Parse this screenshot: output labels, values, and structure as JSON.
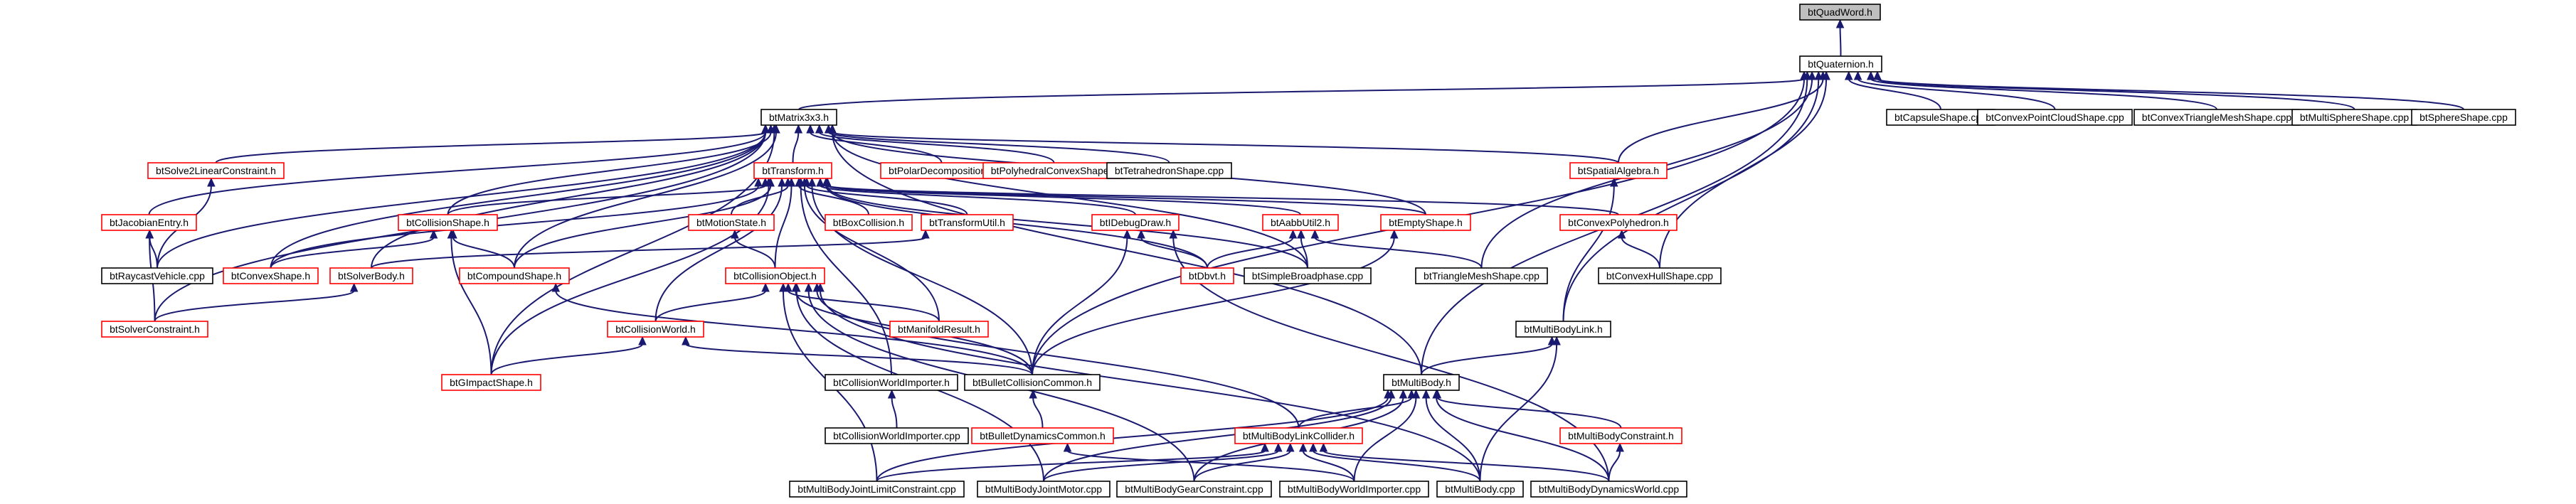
{
  "diagram": {
    "nodes": [
      {
        "id": "quadword",
        "label": "btQuadWord.h",
        "style": "gray"
      },
      {
        "id": "quaternion",
        "label": "btQuaternion.h",
        "style": "black"
      },
      {
        "id": "matrix3x3",
        "label": "btMatrix3x3.h",
        "style": "black"
      },
      {
        "id": "capsuleshape",
        "label": "btCapsuleShape.cpp",
        "style": "black"
      },
      {
        "id": "convexpointcloud",
        "label": "btConvexPointCloudShape.cpp",
        "style": "black"
      },
      {
        "id": "convextrimesh",
        "label": "btConvexTriangleMeshShape.cpp",
        "style": "black"
      },
      {
        "id": "multisphere",
        "label": "btMultiSphereShape.cpp",
        "style": "black"
      },
      {
        "id": "sphereshape",
        "label": "btSphereShape.cpp",
        "style": "black"
      },
      {
        "id": "solve2linear",
        "label": "btSolve2LinearConstraint.h",
        "style": "red"
      },
      {
        "id": "transform",
        "label": "btTransform.h",
        "style": "red"
      },
      {
        "id": "polardecomp",
        "label": "btPolarDecomposition.h",
        "style": "red"
      },
      {
        "id": "polyhedralconvex",
        "label": "btPolyhedralConvexShape.h",
        "style": "red"
      },
      {
        "id": "tetrahedron",
        "label": "btTetrahedronShape.cpp",
        "style": "black"
      },
      {
        "id": "spatialalgebra",
        "label": "btSpatialAlgebra.h",
        "style": "red"
      },
      {
        "id": "jacobianentry",
        "label": "btJacobianEntry.h",
        "style": "red"
      },
      {
        "id": "collisionshape",
        "label": "btCollisionShape.h",
        "style": "red"
      },
      {
        "id": "motionstate",
        "label": "btMotionState.h",
        "style": "red"
      },
      {
        "id": "boxcollision",
        "label": "btBoxCollision.h",
        "style": "red"
      },
      {
        "id": "transformutil",
        "label": "btTransformUtil.h",
        "style": "red"
      },
      {
        "id": "idebugdraw",
        "label": "btIDebugDraw.h",
        "style": "red"
      },
      {
        "id": "aabbutil2",
        "label": "btAabbUtil2.h",
        "style": "red"
      },
      {
        "id": "emptyshape",
        "label": "btEmptyShape.h",
        "style": "red"
      },
      {
        "id": "convexpolyhedron",
        "label": "btConvexPolyhedron.h",
        "style": "red"
      },
      {
        "id": "raycastvehicle",
        "label": "btRaycastVehicle.cpp",
        "style": "black"
      },
      {
        "id": "convexshape",
        "label": "btConvexShape.h",
        "style": "red"
      },
      {
        "id": "solverbody",
        "label": "btSolverBody.h",
        "style": "red"
      },
      {
        "id": "compoundshape",
        "label": "btCompoundShape.h",
        "style": "red"
      },
      {
        "id": "collisionobject",
        "label": "btCollisionObject.h",
        "style": "red"
      },
      {
        "id": "dbvt",
        "label": "btDbvt.h",
        "style": "red"
      },
      {
        "id": "simplebroadphase",
        "label": "btSimpleBroadphase.cpp",
        "style": "black"
      },
      {
        "id": "trimeshshape",
        "label": "btTriangleMeshShape.cpp",
        "style": "black"
      },
      {
        "id": "convexhullshape",
        "label": "btConvexHullShape.cpp",
        "style": "black"
      },
      {
        "id": "solverconstraint",
        "label": "btSolverConstraint.h",
        "style": "red"
      },
      {
        "id": "collisionworld",
        "label": "btCollisionWorld.h",
        "style": "red"
      },
      {
        "id": "manifoldresult",
        "label": "btManifoldResult.h",
        "style": "red"
      },
      {
        "id": "multibodylink",
        "label": "btMultiBodyLink.h",
        "style": "black"
      },
      {
        "id": "gimpactshape",
        "label": "btGImpactShape.h",
        "style": "red"
      },
      {
        "id": "collisionworldimporter_h",
        "label": "btCollisionWorldImporter.h",
        "style": "black"
      },
      {
        "id": "bulletcollisioncommon",
        "label": "btBulletCollisionCommon.h",
        "style": "black"
      },
      {
        "id": "multibody",
        "label": "btMultiBody.h",
        "style": "black"
      },
      {
        "id": "collisionworldimporter_cpp",
        "label": "btCollisionWorldImporter.cpp",
        "style": "black"
      },
      {
        "id": "bulletdynamicscommon",
        "label": "btBulletDynamicsCommon.h",
        "style": "red"
      },
      {
        "id": "multibodylinkcollider",
        "label": "btMultiBodyLinkCollider.h",
        "style": "red"
      },
      {
        "id": "multibodyconstraint",
        "label": "btMultiBodyConstraint.h",
        "style": "red"
      },
      {
        "id": "jointlimit",
        "label": "btMultiBodyJointLimitConstraint.cpp",
        "style": "black"
      },
      {
        "id": "jointmotor",
        "label": "btMultiBodyJointMotor.cpp",
        "style": "black"
      },
      {
        "id": "gearconstraint",
        "label": "btMultiBodyGearConstraint.cpp",
        "style": "black"
      },
      {
        "id": "worldimporter",
        "label": "btMultiBodyWorldImporter.cpp",
        "style": "black"
      },
      {
        "id": "multibody_cpp",
        "label": "btMultiBody.cpp",
        "style": "black"
      },
      {
        "id": "dynamicsworld",
        "label": "btMultiBodyDynamicsWorld.cpp",
        "style": "black"
      }
    ],
    "edges": [
      [
        "quaternion",
        "quadword"
      ],
      [
        "matrix3x3",
        "quaternion"
      ],
      [
        "capsuleshape",
        "quaternion"
      ],
      [
        "convexpointcloud",
        "quaternion"
      ],
      [
        "convextrimesh",
        "quaternion"
      ],
      [
        "multisphere",
        "quaternion"
      ],
      [
        "sphereshape",
        "quaternion"
      ],
      [
        "spatialalgebra",
        "quaternion"
      ],
      [
        "convexhullshape",
        "quaternion"
      ],
      [
        "multibodylink",
        "quaternion"
      ],
      [
        "multibody",
        "quaternion"
      ],
      [
        "trimeshshape",
        "quaternion"
      ],
      [
        "bulletcollisioncommon",
        "quaternion"
      ],
      [
        "transform",
        "matrix3x3"
      ],
      [
        "solve2linear",
        "matrix3x3"
      ],
      [
        "polardecomp",
        "matrix3x3"
      ],
      [
        "polyhedralconvex",
        "matrix3x3"
      ],
      [
        "tetrahedron",
        "matrix3x3"
      ],
      [
        "spatialalgebra",
        "matrix3x3"
      ],
      [
        "jacobianentry",
        "matrix3x3"
      ],
      [
        "collisionshape",
        "matrix3x3"
      ],
      [
        "emptyshape",
        "matrix3x3"
      ],
      [
        "raycastvehicle",
        "matrix3x3"
      ],
      [
        "convexshape",
        "matrix3x3"
      ],
      [
        "solverbody",
        "matrix3x3"
      ],
      [
        "compoundshape",
        "matrix3x3"
      ],
      [
        "simplebroadphase",
        "matrix3x3"
      ],
      [
        "solverconstraint",
        "matrix3x3"
      ],
      [
        "gimpactshape",
        "matrix3x3"
      ],
      [
        "multibody",
        "matrix3x3"
      ],
      [
        "collisionshape",
        "transform"
      ],
      [
        "motionstate",
        "transform"
      ],
      [
        "boxcollision",
        "transform"
      ],
      [
        "transformutil",
        "transform"
      ],
      [
        "idebugdraw",
        "transform"
      ],
      [
        "aabbutil2",
        "transform"
      ],
      [
        "emptyshape",
        "transform"
      ],
      [
        "convexpolyhedron",
        "transform"
      ],
      [
        "convexshape",
        "transform"
      ],
      [
        "compoundshape",
        "transform"
      ],
      [
        "collisionobject",
        "transform"
      ],
      [
        "dbvt",
        "transform"
      ],
      [
        "simplebroadphase",
        "transform"
      ],
      [
        "collisionworld",
        "transform"
      ],
      [
        "manifoldresult",
        "transform"
      ],
      [
        "gimpactshape",
        "transform"
      ],
      [
        "collisionworldimporter_h",
        "transform"
      ],
      [
        "bulletcollisioncommon",
        "transform"
      ],
      [
        "raycastvehicle",
        "solve2linear"
      ],
      [
        "raycastvehicle",
        "jacobianentry"
      ],
      [
        "solverconstraint",
        "jacobianentry"
      ],
      [
        "convexshape",
        "collisionshape"
      ],
      [
        "compoundshape",
        "collisionshape"
      ],
      [
        "gimpactshape",
        "collisionshape"
      ],
      [
        "collisionobject",
        "motionstate"
      ],
      [
        "solverbody",
        "transformutil"
      ],
      [
        "dbvt",
        "idebugdraw"
      ],
      [
        "bulletcollisioncommon",
        "idebugdraw"
      ],
      [
        "dynamicsworld",
        "idebugdraw"
      ],
      [
        "dbvt",
        "aabbutil2"
      ],
      [
        "simplebroadphase",
        "aabbutil2"
      ],
      [
        "trimeshshape",
        "aabbutil2"
      ],
      [
        "bulletcollisioncommon",
        "emptyshape"
      ],
      [
        "convexhullshape",
        "convexpolyhedron"
      ],
      [
        "multibodylink",
        "spatialalgebra"
      ],
      [
        "solverconstraint",
        "solverbody"
      ],
      [
        "bulletcollisioncommon",
        "compoundshape"
      ],
      [
        "collisionworld",
        "collisionobject"
      ],
      [
        "manifoldresult",
        "collisionobject"
      ],
      [
        "bulletcollisioncommon",
        "collisionobject"
      ],
      [
        "multibodylinkcollider",
        "collisionobject"
      ],
      [
        "jointlimit",
        "collisionobject"
      ],
      [
        "jointmotor",
        "collisionobject"
      ],
      [
        "gearconstraint",
        "collisionobject"
      ],
      [
        "multibody_cpp",
        "collisionobject"
      ],
      [
        "gimpactshape",
        "collisionworld"
      ],
      [
        "bulletcollisioncommon",
        "collisionworld"
      ],
      [
        "multibody",
        "multibodylink"
      ],
      [
        "multibody_cpp",
        "multibodylink"
      ],
      [
        "collisionworldimporter_cpp",
        "collisionworldimporter_h"
      ],
      [
        "bulletdynamicscommon",
        "bulletcollisioncommon"
      ],
      [
        "multibodylinkcollider",
        "multibody"
      ],
      [
        "multibodyconstraint",
        "multibody"
      ],
      [
        "jointlimit",
        "multibody"
      ],
      [
        "jointmotor",
        "multibody"
      ],
      [
        "gearconstraint",
        "multibody"
      ],
      [
        "worldimporter",
        "multibody"
      ],
      [
        "multibody_cpp",
        "multibody"
      ],
      [
        "dynamicsworld",
        "multibody"
      ],
      [
        "worldimporter",
        "bulletdynamicscommon"
      ],
      [
        "jointlimit",
        "multibodylinkcollider"
      ],
      [
        "jointmotor",
        "multibodylinkcollider"
      ],
      [
        "gearconstraint",
        "multibodylinkcollider"
      ],
      [
        "worldimporter",
        "multibodylinkcollider"
      ],
      [
        "multibody_cpp",
        "multibodylinkcollider"
      ],
      [
        "dynamicsworld",
        "multibodylinkcollider"
      ],
      [
        "dynamicsworld",
        "multibodyconstraint"
      ]
    ]
  }
}
